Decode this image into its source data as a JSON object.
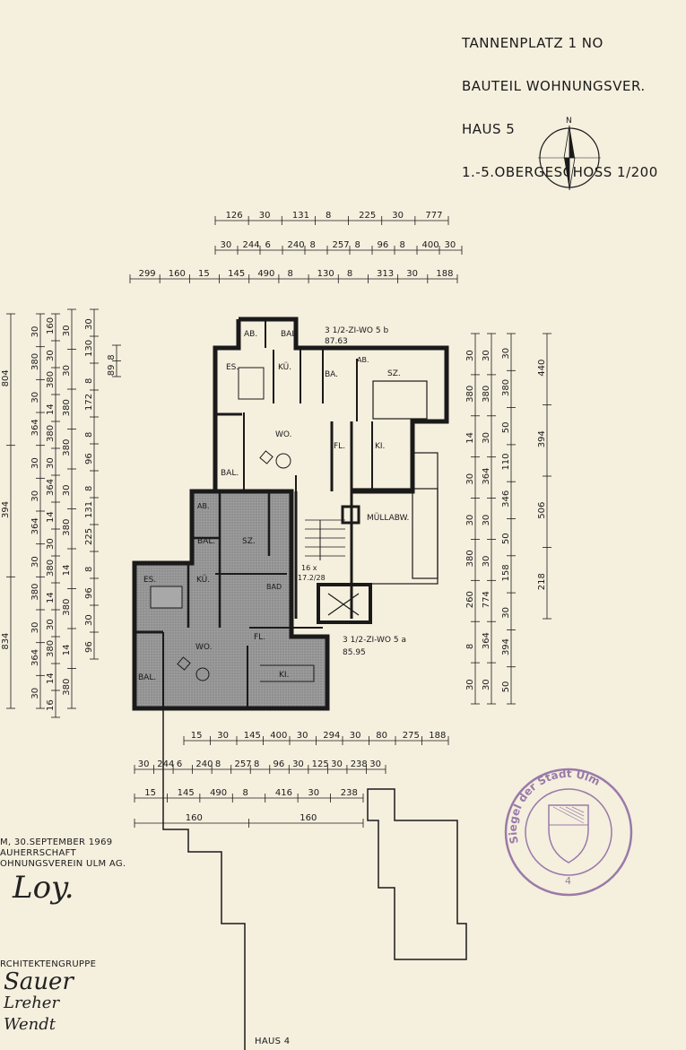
{
  "title_block": {
    "line1": "TANNENPLATZ 1 NO",
    "line2": "BAUTEIL WOHNUNGSVER.",
    "line3": "HAUS 5",
    "line4": "1.-5.OBERGESCHOSS 1/200"
  },
  "north_label": "N",
  "unit_5b": {
    "name": "3 1/2-ZI-WO 5 b",
    "area": "87.63"
  },
  "unit_5a": {
    "name": "3 1/2-ZI-WO 5 a",
    "area": "85.95"
  },
  "rooms": {
    "ab_top": "AB.",
    "bal_top": "BAL.",
    "es_top": "ES.",
    "ku_top": "KÜ.",
    "ba_top": "BA.",
    "ab2_top": "AB.",
    "sz_top": "SZ.",
    "wo_top": "WO.",
    "fl_top": "FL.",
    "ki_top": "KI.",
    "bal_left": "BAL.",
    "muellabw": "MÜLLABW.",
    "ab_low": "AB.",
    "bal_low": "BAL.",
    "sz_low": "SZ.",
    "es_low": "ES.",
    "ku_low": "KÜ.",
    "bad_low": "BAD",
    "wo_low": "WO.",
    "fl_low": "FL.",
    "bal_low2": "BAL.",
    "ki_low": "KI."
  },
  "stair": {
    "line1": "16 x",
    "line2": "17.2/28"
  },
  "dims": {
    "top_row1": [
      "126",
      "30",
      "131",
      "8",
      "225",
      "30",
      "777"
    ],
    "top_row2": [
      "30",
      "244",
      "6",
      "240",
      "8",
      "257",
      "8",
      "96",
      "8",
      "400",
      "30"
    ],
    "top_row3": [
      "299",
      "160",
      "15",
      "145",
      "490",
      "8",
      "130",
      "8",
      "313",
      "30",
      "188"
    ],
    "bottom_row1": [
      "15",
      "30",
      "145",
      "400",
      "30",
      "294",
      "30",
      "80",
      "275",
      "188"
    ],
    "bottom_row2": [
      "30",
      "244",
      "6",
      "240",
      "8",
      "257",
      "8",
      "96",
      "30",
      "125",
      "30",
      "238",
      "30"
    ],
    "bottom_row3": [
      "15",
      "145",
      "490",
      "8",
      "416",
      "30",
      "238"
    ],
    "bottom_row4": [
      "160",
      "160"
    ],
    "left_outer": [
      "804",
      "394",
      "834"
    ],
    "left_col2": [
      "30",
      "380",
      "30",
      "364",
      "30",
      "30",
      "364",
      "30",
      "380",
      "30",
      "364",
      "30"
    ],
    "left_col3": [
      "160",
      "30",
      "380",
      "14",
      "380",
      "30",
      "364",
      "14",
      "30",
      "380",
      "14",
      "30",
      "380",
      "14",
      "16"
    ],
    "left_col4": [
      "30",
      "30",
      "380",
      "380",
      "30",
      "380",
      "14",
      "380",
      "14",
      "380"
    ],
    "left_col5": [
      "30",
      "130",
      "8",
      "172",
      "8",
      "96",
      "8",
      "131",
      "225",
      "8",
      "96",
      "30",
      "96"
    ],
    "left_col6": [
      "8",
      "89"
    ],
    "right_col1": [
      "30",
      "380",
      "14",
      "30",
      "30",
      "380",
      "260",
      "8",
      "30"
    ],
    "right_col2": [
      "30",
      "380",
      "30",
      "364",
      "30",
      "30",
      "774",
      "364",
      "30"
    ],
    "right_col3": [
      "30",
      "380",
      "50",
      "110",
      "346",
      "50",
      "158",
      "30",
      "394",
      "50"
    ],
    "right_col4": [
      "440",
      "394",
      "506",
      "218"
    ]
  },
  "footer": {
    "date": "M, 30.SEPTEMBER 1969",
    "owner1": "AUHERRSCHAFT",
    "owner2": "OHNUNGSVEREIN ULM AG.",
    "signature1": "Loy.",
    "architects": "RCHITEKTENGRUPPE",
    "signature2": "Sauer",
    "signature3": "Lreher",
    "signature4": "Wendt",
    "haus4": "HAUS 4"
  },
  "seal": {
    "text": "Siegel der Stadt Ulm",
    "number": "4",
    "color": "#9a7aa8"
  },
  "colors": {
    "paper": "#f5efde",
    "ink": "#1a1a1a",
    "hatch": "#8c8c8c"
  }
}
